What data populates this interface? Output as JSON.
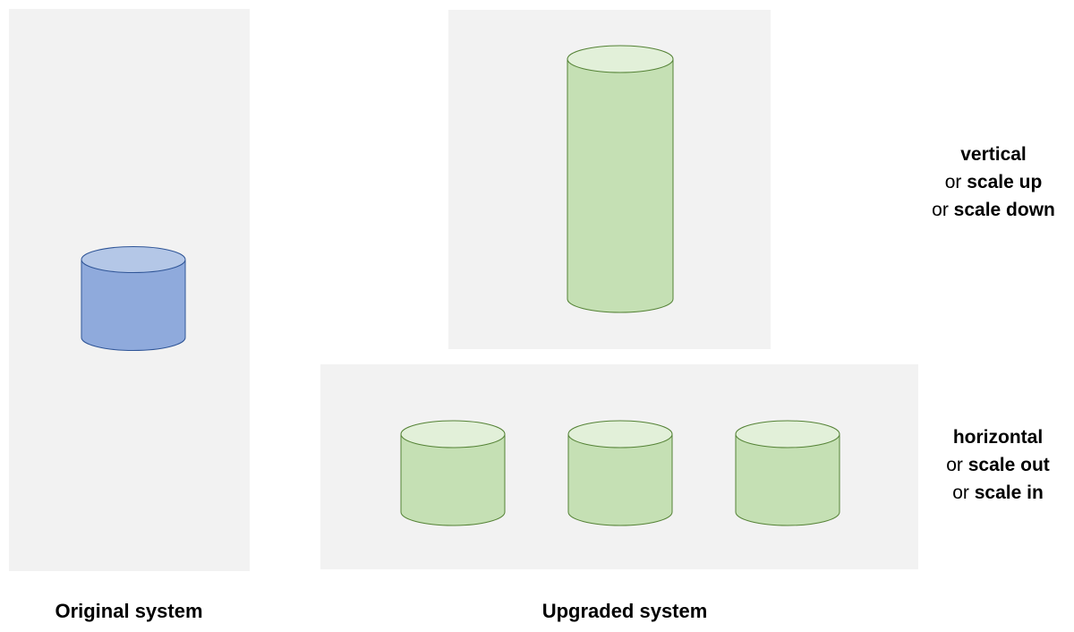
{
  "diagram": {
    "colors": {
      "panel_background": "#f2f2f2",
      "original_body": "#8faadc",
      "original_top": "#b4c7e7",
      "original_stroke": "#2f5597",
      "upgraded_body": "#c5e0b4",
      "upgraded_top": "#e2f0d9",
      "upgraded_stroke": "#548235"
    },
    "captions": {
      "original": "Original system",
      "upgraded": "Upgraded system"
    },
    "vertical_label": {
      "term": "vertical",
      "or1": "or ",
      "alt1": "scale up",
      "or2": "or ",
      "alt2": "scale down"
    },
    "horizontal_label": {
      "term": "horizontal",
      "or1": "or ",
      "alt1": "scale out",
      "or2": "or ",
      "alt2": "scale in"
    }
  }
}
